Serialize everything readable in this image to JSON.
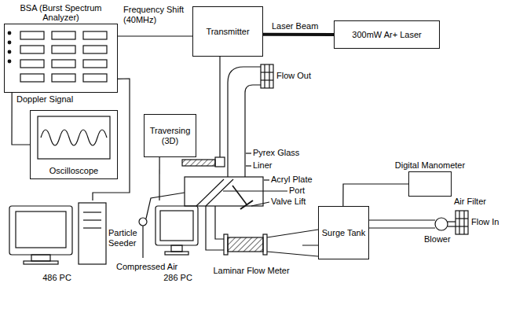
{
  "diagram": {
    "nodes": [
      {
        "text": [
          "BSA (Burst Spectrum Analyzer)"
        ]
      },
      {
        "text": [
          "Transmitter"
        ]
      },
      {
        "text": [
          "300mW Ar+ Laser"
        ]
      },
      {
        "text": [
          "Oscilloscope"
        ]
      },
      {
        "text": [
          "Traversing (3D)"
        ]
      },
      {
        "text": [
          "Digital Manometer"
        ]
      },
      {
        "text": [
          "486 PC"
        ]
      },
      {
        "text": [
          "286 PC"
        ]
      },
      {
        "text": [
          "Laminar Flow Meter"
        ]
      },
      {
        "text": [
          "Surge Tank"
        ]
      }
    ],
    "edges": [
      {
        "from": 0,
        "to": 1,
        "arrow": "none",
        "label": "Frequency Shift (40MHz)"
      },
      {
        "from": 0,
        "to": 3,
        "arrow": "none",
        "label": "Doppler Signal"
      },
      {
        "from": 1,
        "to": 2,
        "arrow": "none",
        "label": "Laser Beam"
      },
      {
        "from": 0,
        "to": 6,
        "arrow": "none"
      },
      {
        "from": 4,
        "to": 7,
        "arrow": "none"
      },
      {
        "from": 8,
        "to": 9,
        "arrow": "none"
      },
      {
        "from": 5,
        "to": 9,
        "arrow": "none"
      }
    ],
    "labels": [
      "Flow Out",
      "Pyrex Glass",
      "Liner",
      "Acryl Plate",
      "Port",
      "Valve Lift",
      "Particle Seeder",
      "Compressed Air",
      "Air Filter",
      "Blower",
      "Flow In"
    ]
  }
}
